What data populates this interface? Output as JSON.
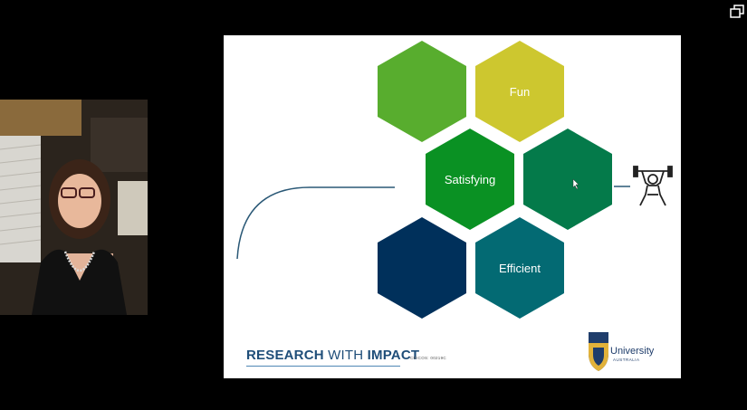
{
  "slide": {
    "hexagons": [
      {
        "label": "",
        "color": "#58ad2e"
      },
      {
        "label": "Fun",
        "color": "#cdc72f"
      },
      {
        "label": "Satisfying",
        "color": "#0a9123"
      },
      {
        "label": "",
        "color": "#047a4a"
      },
      {
        "label": "",
        "color": "#00305b"
      },
      {
        "label": "Efficient",
        "color": "#036a73"
      }
    ],
    "footer_brand_bold1": "RESEARCH",
    "footer_brand_mid": " WITH ",
    "footer_brand_bold2": "IMPACT",
    "cricos": "CRICOS: 00219C",
    "logo_name": "University",
    "logo_sub": "AUSTRALIA",
    "icon": "weightlifter-icon"
  },
  "colors": {
    "background": "#000000",
    "slide_background": "#ffffff",
    "brand_blue": "#1f4e79"
  }
}
